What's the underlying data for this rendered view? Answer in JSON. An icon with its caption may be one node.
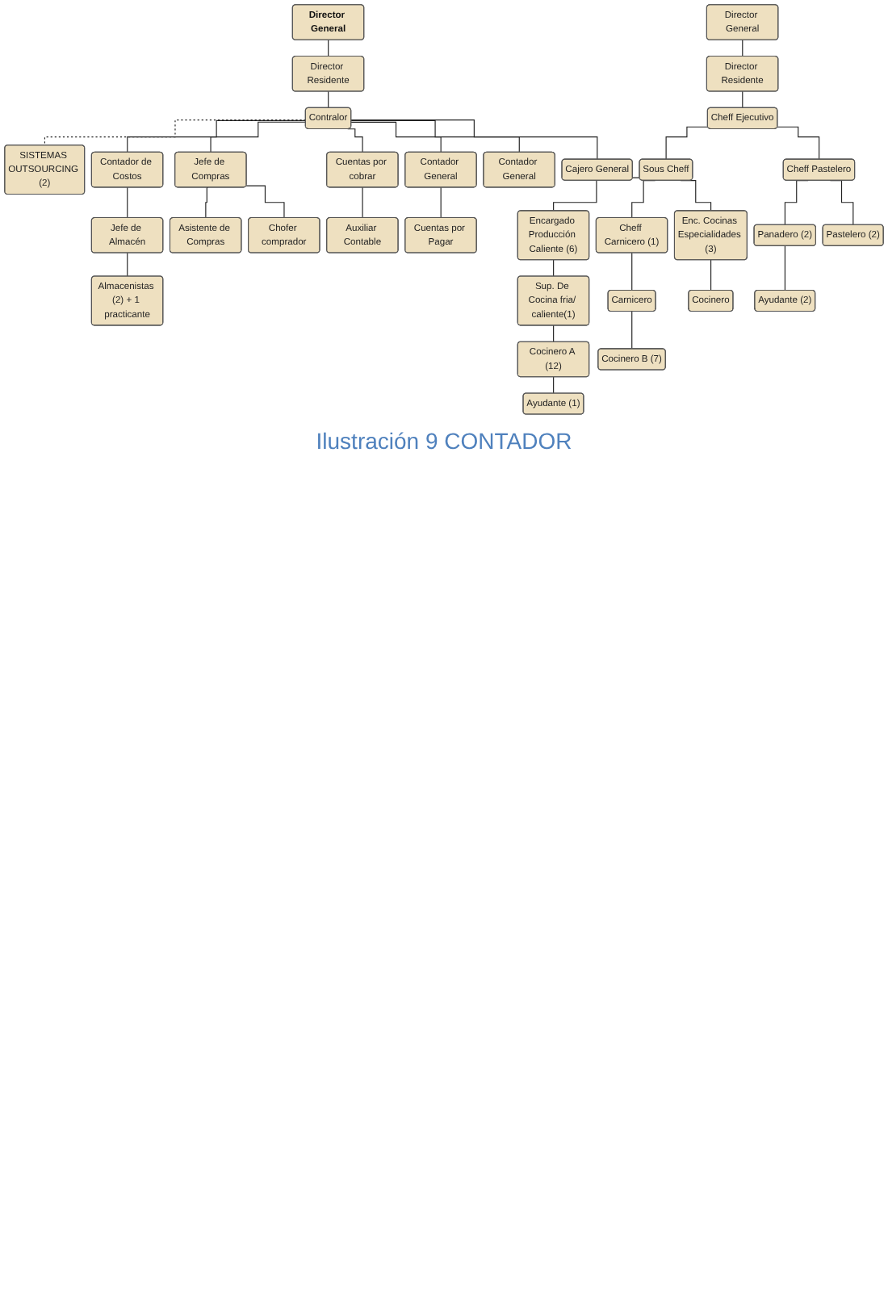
{
  "diagram": {
    "caption": "Ilustración 9 CONTADOR",
    "nodes": [
      {
        "text": [
          "Director General"
        ]
      },
      {
        "text": [
          "Director Residente"
        ]
      },
      {
        "text": [
          "Contralor"
        ]
      },
      {
        "text": [
          "SISTEMAS OUTSOURCING (2)"
        ]
      },
      {
        "text": [
          "Contador de Costos"
        ]
      },
      {
        "text": [
          "Jefe de Compras"
        ]
      },
      {
        "text": [
          "Cuentas por cobrar"
        ]
      },
      {
        "text": [
          "Contador General"
        ]
      },
      {
        "text": [
          "Contador General"
        ]
      },
      {
        "text": [
          "Cajero General"
        ]
      },
      {
        "text": [
          "Jefe de Almacén"
        ]
      },
      {
        "text": [
          "Asistente de Compras"
        ]
      },
      {
        "text": [
          "Auxiliar Contable"
        ]
      },
      {
        "text": [
          "Cuentas por Pagar"
        ]
      },
      {
        "text": [
          "Almacenistas (2) + 1 practicante"
        ]
      },
      {
        "text": [
          "Chofer comprador"
        ]
      },
      {
        "text": [
          "Director General"
        ]
      },
      {
        "text": [
          "Director Residente"
        ]
      },
      {
        "text": [
          "Cheff Ejecutivo"
        ]
      },
      {
        "text": [
          "Sous Cheff"
        ]
      },
      {
        "text": [
          "Cheff Pastelero"
        ]
      },
      {
        "text": [
          "Encargado Producción Caliente (6)"
        ]
      },
      {
        "text": [
          "Cheff Carnicero (1)"
        ]
      },
      {
        "text": [
          "Enc. Cocinas Especialidades (3)"
        ]
      },
      {
        "text": [
          "Panadero (2)"
        ]
      },
      {
        "text": [
          "Pastelero (2)"
        ]
      },
      {
        "text": [
          "Sup. De Cocina fria/ caliente(1)"
        ]
      },
      {
        "text": [
          "Carnicero"
        ]
      },
      {
        "text": [
          "Cocinero"
        ]
      },
      {
        "text": [
          "Ayudante (2)"
        ]
      },
      {
        "text": [
          "Cocinero A (12)"
        ]
      },
      {
        "text": [
          "Cocinero B (7)"
        ]
      },
      {
        "text": [
          "Ayudante (1)"
        ]
      }
    ],
    "edges": [
      {
        "from": 0,
        "to": 1,
        "arrow": "none"
      },
      {
        "from": 1,
        "to": 2,
        "arrow": "none"
      },
      {
        "from": 2,
        "to": 3,
        "arrow": "none",
        "style": "dashed"
      },
      {
        "from": 2,
        "to": 4,
        "arrow": "none"
      },
      {
        "from": 2,
        "to": 5,
        "arrow": "none"
      },
      {
        "from": 2,
        "to": 6,
        "arrow": "none"
      },
      {
        "from": 2,
        "to": 7,
        "arrow": "none"
      },
      {
        "from": 2,
        "to": 8,
        "arrow": "none"
      },
      {
        "from": 2,
        "to": 9,
        "arrow": "none"
      },
      {
        "from": 4,
        "to": 10,
        "arrow": "none"
      },
      {
        "from": 5,
        "to": 11,
        "arrow": "none"
      },
      {
        "from": 5,
        "to": 15,
        "arrow": "none"
      },
      {
        "from": 6,
        "to": 12,
        "arrow": "none"
      },
      {
        "from": 7,
        "to": 13,
        "arrow": "none"
      },
      {
        "from": 10,
        "to": 14,
        "arrow": "none"
      },
      {
        "from": 16,
        "to": 17,
        "arrow": "none"
      },
      {
        "from": 17,
        "to": 18,
        "arrow": "none"
      },
      {
        "from": 18,
        "to": 19,
        "arrow": "none"
      },
      {
        "from": 18,
        "to": 20,
        "arrow": "none"
      },
      {
        "from": 19,
        "to": 21,
        "arrow": "none"
      },
      {
        "from": 19,
        "to": 22,
        "arrow": "none"
      },
      {
        "from": 19,
        "to": 23,
        "arrow": "none"
      },
      {
        "from": 20,
        "to": 24,
        "arrow": "none"
      },
      {
        "from": 20,
        "to": 25,
        "arrow": "none"
      },
      {
        "from": 21,
        "to": 26,
        "arrow": "none"
      },
      {
        "from": 22,
        "to": 27,
        "arrow": "none"
      },
      {
        "from": 23,
        "to": 28,
        "arrow": "none"
      },
      {
        "from": 24,
        "to": 29,
        "arrow": "none"
      },
      {
        "from": 26,
        "to": 30,
        "arrow": "none"
      },
      {
        "from": 27,
        "to": 31,
        "arrow": "none"
      },
      {
        "from": 30,
        "to": 32,
        "arrow": "none"
      }
    ]
  }
}
